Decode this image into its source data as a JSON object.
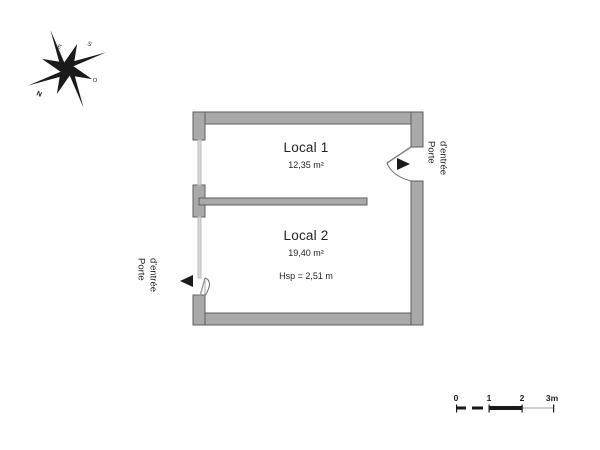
{
  "plan": {
    "title": "floor-plan",
    "rooms": [
      {
        "id": "local-1",
        "name": "Local 1",
        "area": "12,35 m²",
        "hsp": ""
      },
      {
        "id": "local-2",
        "name": "Local 2",
        "area": "19,40 m²",
        "hsp": "Hsp = 2,51 m"
      }
    ],
    "doors": [
      {
        "id": "door-right",
        "line1": "Porte",
        "line2": "d'entrée",
        "arrow": "left-triangle-icon"
      },
      {
        "id": "door-left",
        "line1": "Porte",
        "line2": "d'entrée",
        "arrow": "right-triangle-icon"
      }
    ],
    "compass": {
      "icon": "compass-rose-icon",
      "labels": {
        "n": "N",
        "s": "S",
        "e": "E",
        "o": "O"
      }
    },
    "scale": {
      "icon": "scale-bar-icon",
      "ticks": [
        "0",
        "1",
        "2",
        "3m"
      ]
    },
    "colors": {
      "wall_fill": "#a9a9a9",
      "wall_stroke": "#5e5e5e",
      "background": "#ffffff",
      "text": "#231f20",
      "opening": "#d8d8d8"
    }
  }
}
